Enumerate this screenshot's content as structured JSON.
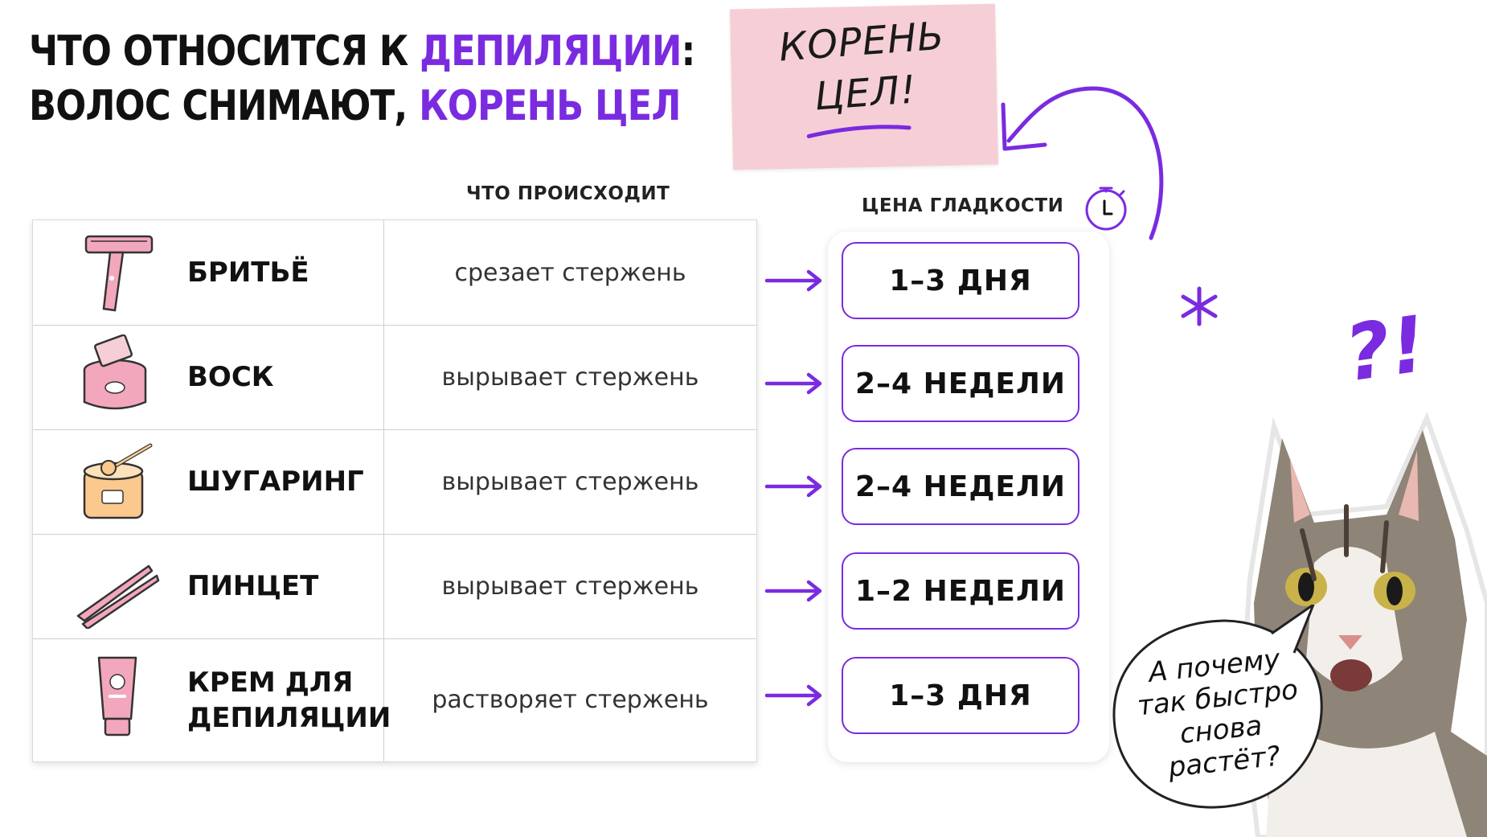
{
  "title": {
    "line1_prefix": "ЧТО ОТНОСИТСЯ К ",
    "line1_highlight": "ДЕПИЛЯЦИИ",
    "line1_suffix": ":",
    "line2_prefix": "ВОЛОС СНИМАЮТ, ",
    "line2_highlight": "КОРЕНЬ ЦЕЛ"
  },
  "sticky_note": {
    "line1": "КОРЕНЬ",
    "line2": "ЦЕЛ!"
  },
  "columns": {
    "what_happens": "ЧТО ПРОИСХОДИТ",
    "smoothness_price": "ЦЕНА ГЛАДКОСТИ"
  },
  "rows": [
    {
      "icon": "razor-icon",
      "name": "БРИТЬЁ",
      "desc": "срезает стержень",
      "price": "1–3 ДНЯ"
    },
    {
      "icon": "wax-jar-icon",
      "name": "ВОСК",
      "desc": "вырывает стержень",
      "price": "2–4 НЕДЕЛИ"
    },
    {
      "icon": "sugar-paste-jar-icon",
      "name": "ШУГАРИНГ",
      "desc": "вырывает стержень",
      "price": "2–4 НЕДЕЛИ"
    },
    {
      "icon": "tweezers-icon",
      "name": "ПИНЦЕТ",
      "desc": "вырывает стержень",
      "price": "1–2 НЕДЕЛИ"
    },
    {
      "icon": "cream-tube-icon",
      "name_line1": "КРЕМ ДЛЯ",
      "name_line2": "ДЕПИЛЯЦИИ",
      "desc": "растворяет стержень",
      "price": "1–3 ДНЯ"
    }
  ],
  "speech_bubble": {
    "line1": "А почему",
    "line2": "так быстро",
    "line3": "снова",
    "line4": "растёт?"
  },
  "exclamation": "?!",
  "colors": {
    "accent": "#7a2be0",
    "sticky": "#f6cfd6",
    "pink": "#f3a7bd"
  }
}
